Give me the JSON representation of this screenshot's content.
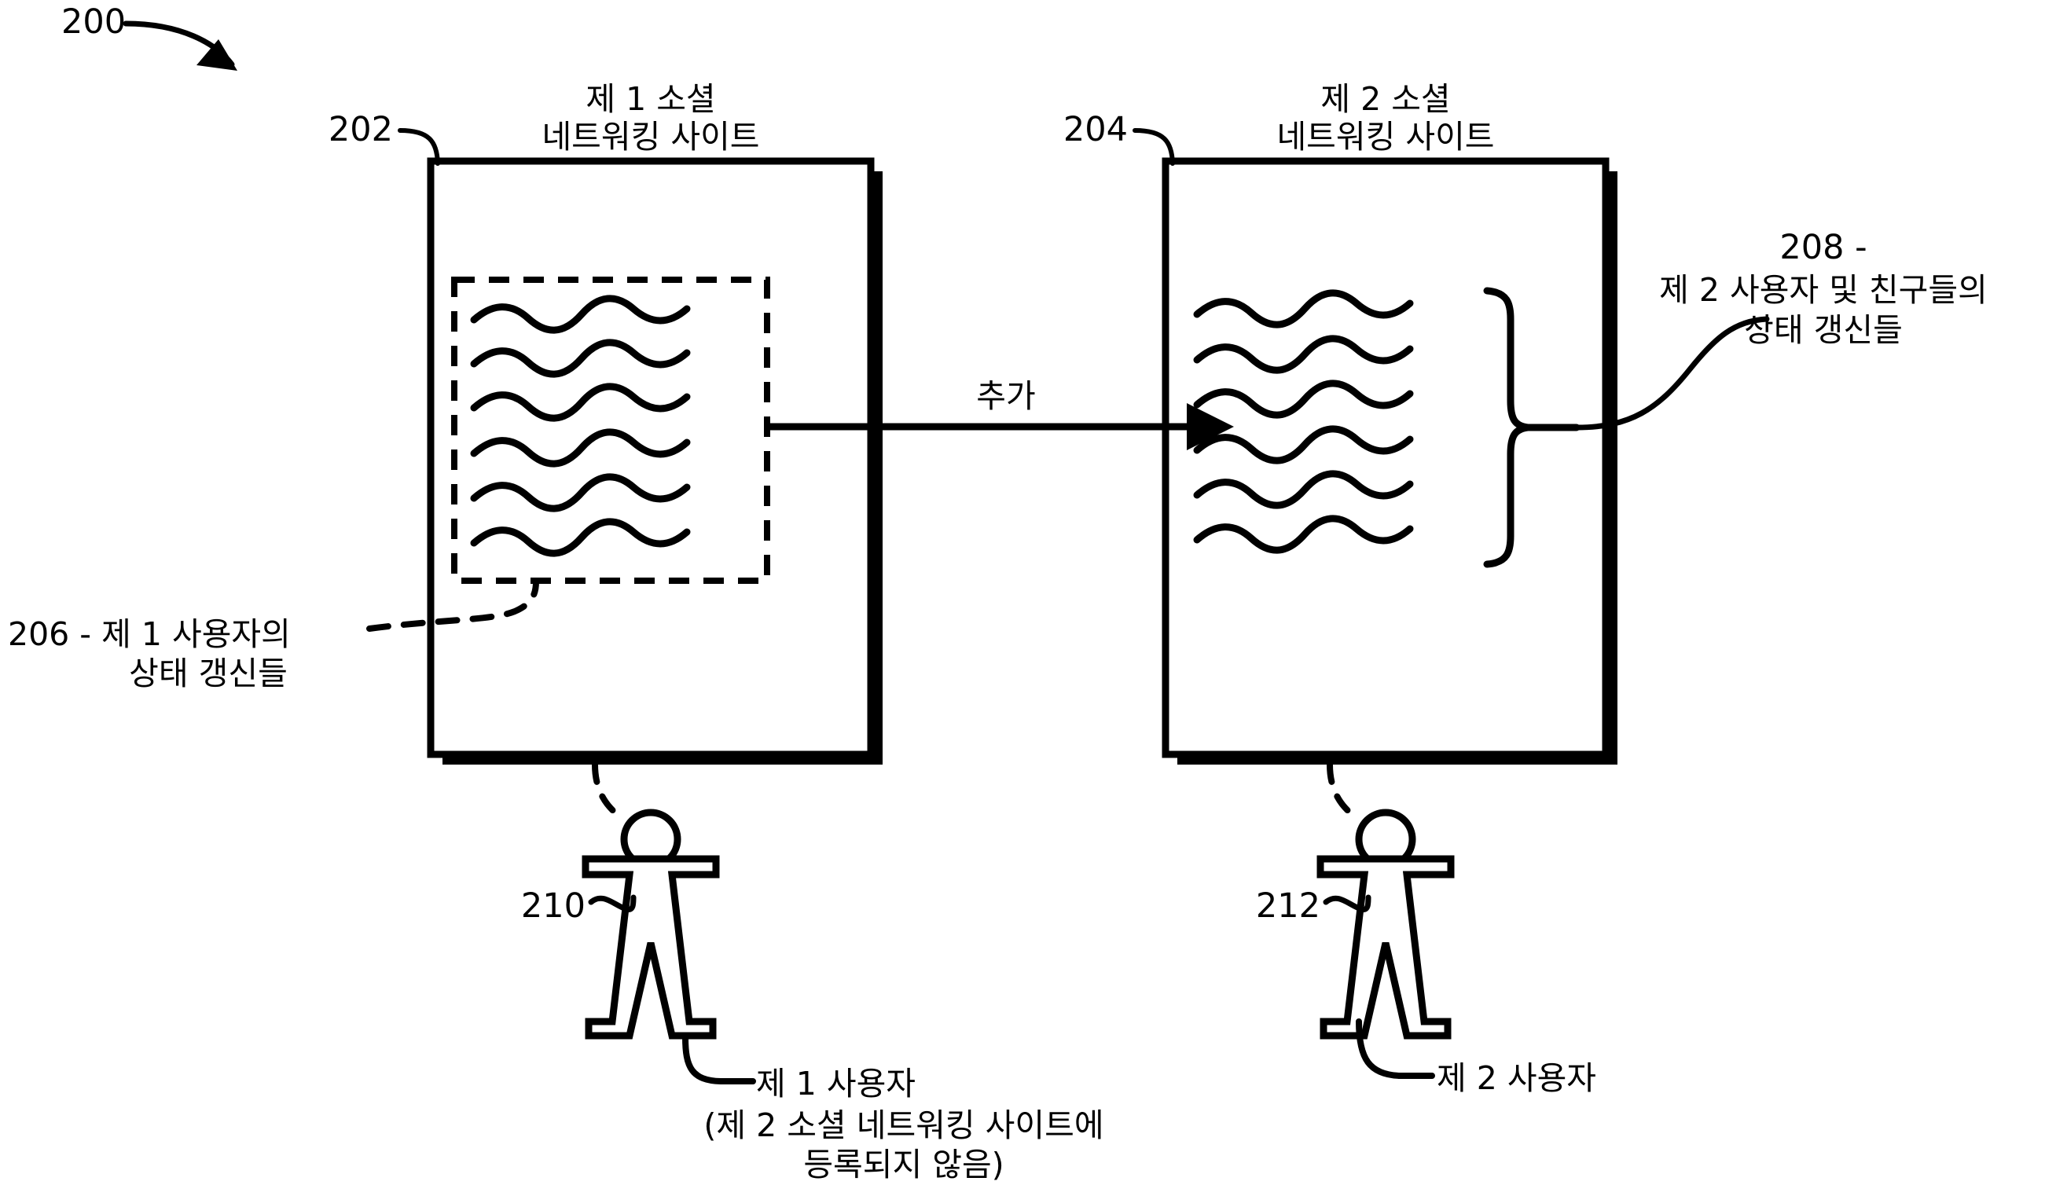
{
  "figure": {
    "number": "200",
    "type": "patent-diagram",
    "language": "ko"
  },
  "boxes": [
    {
      "ref": "202",
      "title_line1": "제 1 소셜",
      "title_line2": "네트워킹 사이트",
      "wave_rows": 6,
      "has_dashed_group": true
    },
    {
      "ref": "204",
      "title_line1": "제 2 소셜",
      "title_line2": "네트워킹 사이트",
      "wave_rows": 6,
      "has_dashed_group": false
    }
  ],
  "callouts": {
    "updates_first": {
      "ref": "206",
      "line1": "206 - 제 1 사용자의",
      "line2": "상태 갱신들"
    },
    "updates_second": {
      "ref": "208",
      "line1": "208 -",
      "line2": "제 2 사용자 및 친구들의",
      "line3": "상태 갱신들"
    }
  },
  "arrow": {
    "label": "추가"
  },
  "actors": [
    {
      "ref": "210",
      "caption_line1": "제 1 사용자",
      "caption_line2": "(제 2 소셜 네트워킹 사이트에",
      "caption_line3": "등록되지 않음)"
    },
    {
      "ref": "212",
      "caption_line1": "제 2 사용자",
      "caption_line2": "",
      "caption_line3": ""
    }
  ],
  "colors": {
    "ink": "#000000",
    "paper": "#ffffff"
  }
}
